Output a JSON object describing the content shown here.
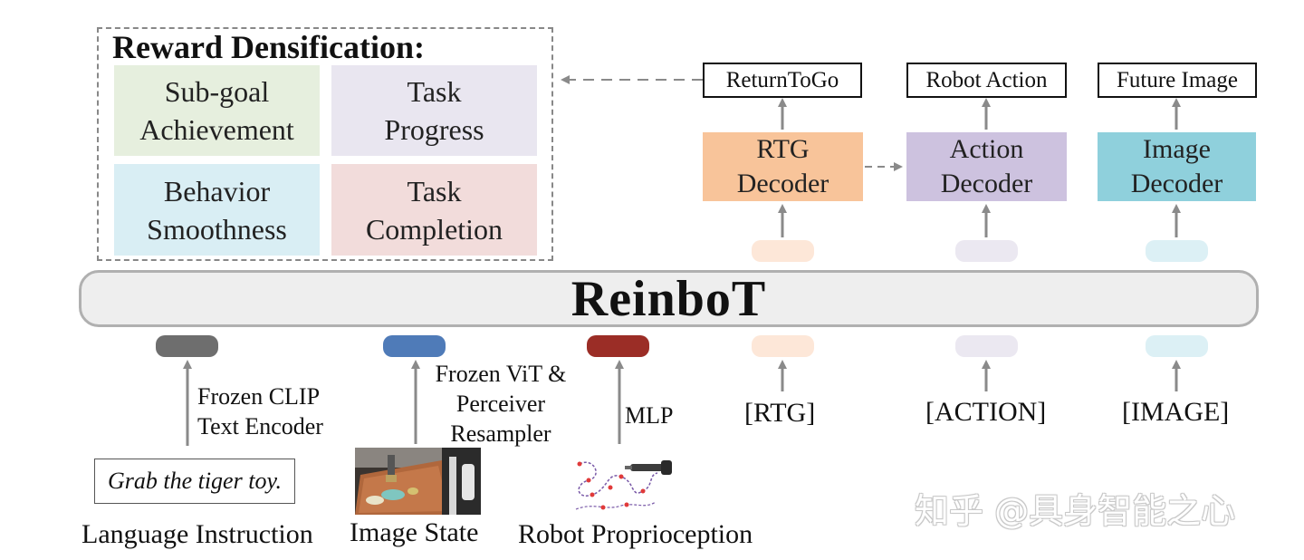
{
  "reward": {
    "title": "Reward Densification:",
    "cells": [
      {
        "line1": "Sub-goal",
        "line2": "Achievement",
        "color": "#e6efde"
      },
      {
        "line1": "Task",
        "line2": "Progress",
        "color": "#e9e6f0"
      },
      {
        "line1": "Behavior",
        "line2": "Smoothness",
        "color": "#d9eef4"
      },
      {
        "line1": "Task",
        "line2": "Completion",
        "color": "#f2dcdb"
      }
    ]
  },
  "outputs": {
    "rtg": "ReturnToGo",
    "action": "Robot Action",
    "image": "Future Image"
  },
  "decoders": {
    "rtg": {
      "line1": "RTG",
      "line2": "Decoder",
      "color": "#f8c49a"
    },
    "action": {
      "line1": "Action",
      "line2": "Decoder",
      "color": "#cdc2df"
    },
    "image": {
      "line1": "Image",
      "line2": "Decoder",
      "color": "#8fd0dc"
    }
  },
  "backbone": {
    "label": "ReinboT"
  },
  "tokens": {
    "language_color": "#6e6e6e",
    "image_color": "#4f7bb8",
    "proprio_color": "#9b2d26",
    "rtg_color": "#fde7d8",
    "action_color": "#ebe8f1",
    "image_query_color": "#dcf0f5"
  },
  "encoders": {
    "language": {
      "line1": "Frozen CLIP",
      "line2": "Text Encoder"
    },
    "image": {
      "line1": "Frozen ViT &",
      "line2": "Perceiver",
      "line3": "Resampler"
    },
    "proprio": "MLP"
  },
  "query_tokens": {
    "rtg": "[RTG]",
    "action": "[ACTION]",
    "image": "[IMAGE]"
  },
  "inputs": {
    "instruction": "Grab the tiger toy.",
    "captions": {
      "language": "Language Instruction",
      "image": "Image State",
      "proprio": "Robot Proprioception"
    }
  },
  "watermark": "知乎 @具身智能之心"
}
